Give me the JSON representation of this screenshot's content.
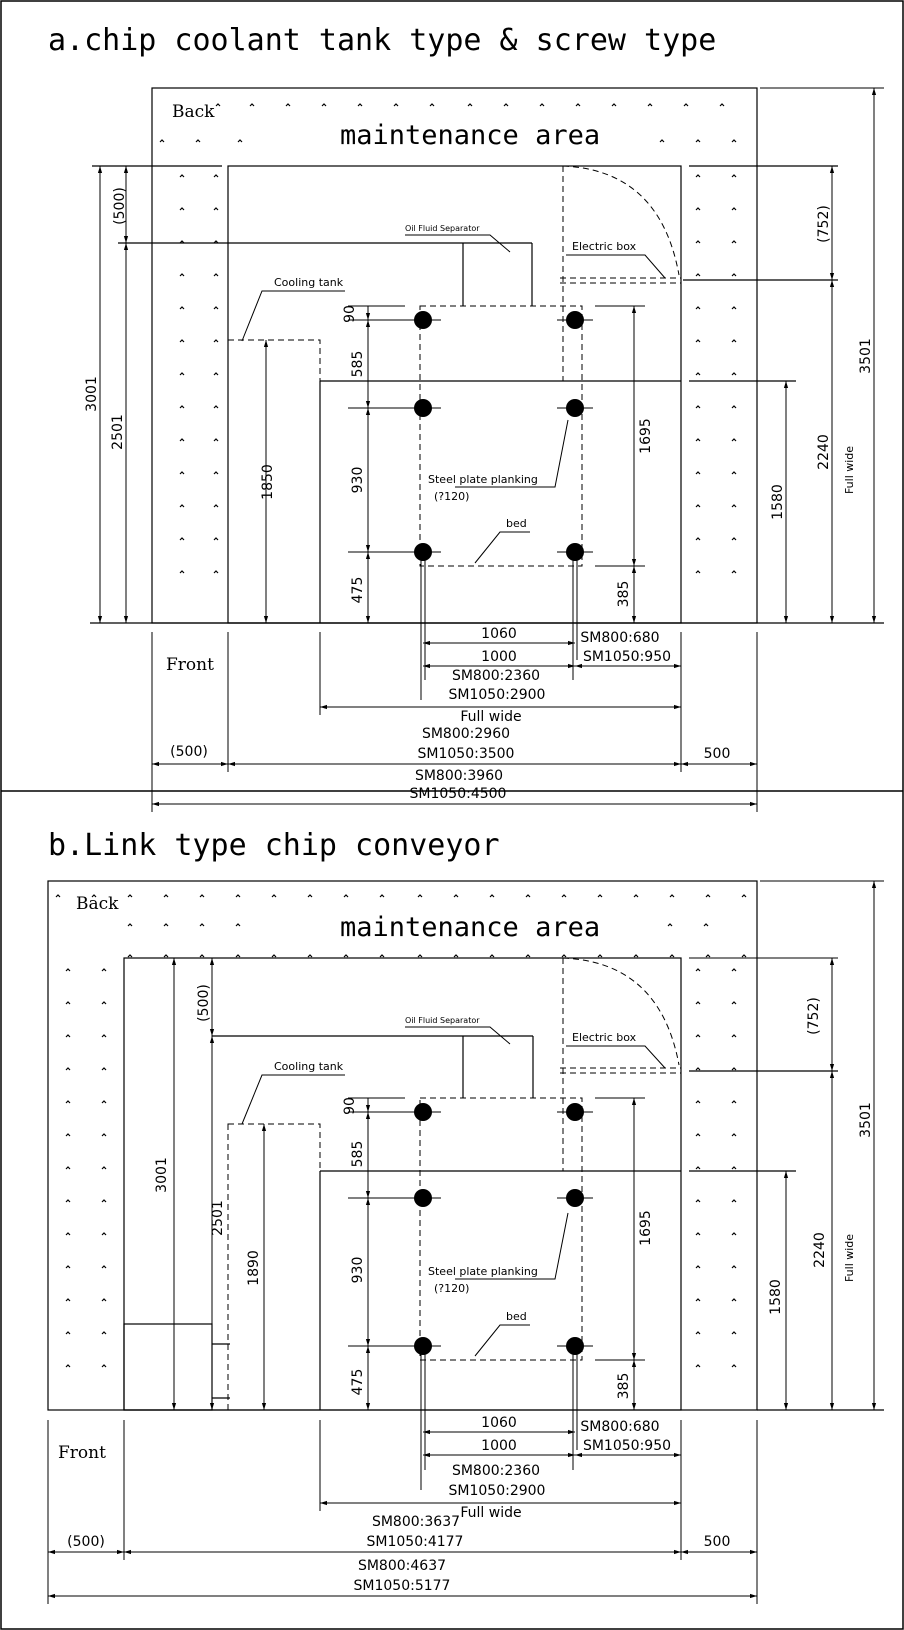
{
  "panel_a": {
    "title": "a.chip coolant tank type & screw type",
    "back": "Back",
    "front": "Front",
    "maintenance": "maintenance area",
    "labels": {
      "oil_separator": "Oil Fluid Separator",
      "electric_box": "Electric box",
      "cooling_tank": "Cooling tank",
      "steel_plate": "Steel plate planking",
      "steel_plate_sub": "(?120)",
      "bed": "bed"
    },
    "dims": {
      "d500_left": "(500)",
      "d3001": "3001",
      "d2501": "2501",
      "d1850": "1850",
      "d90": "90",
      "d585": "585",
      "d930": "930",
      "d475": "475",
      "d1695": "1695",
      "d385": "385",
      "d752": "(752)",
      "d3501": "3501",
      "d2240": "2240",
      "d1580": "1580",
      "full_wide_v": "Full wide",
      "d1060": "1060",
      "sm800_680": "SM800:680",
      "d1000": "1000",
      "sm1050_950": "SM1050:950",
      "sm800_2360": "SM800:2360",
      "sm1050_2900": "SM1050:2900",
      "full_wide_h": "Full wide",
      "sm800_2960": "SM800:2960",
      "d500_bottom": "(500)",
      "sm1050_3500": "SM1050:3500",
      "d500_right": "500",
      "sm800_3960": "SM800:3960",
      "sm1050_4500": "SM1050:4500"
    }
  },
  "panel_b": {
    "title": "b.Link type chip conveyor",
    "back": "Back",
    "front": "Front",
    "maintenance": "maintenance area",
    "labels": {
      "oil_separator": "Oil Fluid Separator",
      "electric_box": "Electric box",
      "cooling_tank": "Cooling tank",
      "steel_plate": "Steel plate planking",
      "steel_plate_sub": "(?120)",
      "bed": "bed"
    },
    "dims": {
      "d500_left": "(500)",
      "d3001": "3001",
      "d2501": "2501",
      "d1890": "1890",
      "d90": "90",
      "d585": "585",
      "d930": "930",
      "d475": "475",
      "d1695": "1695",
      "d385": "385",
      "d752": "(752)",
      "d3501": "3501",
      "d2240": "2240",
      "d1580": "1580",
      "full_wide_v": "Full wide",
      "d1060": "1060",
      "sm800_680": "SM800:680",
      "d1000": "1000",
      "sm1050_950": "SM1050:950",
      "sm800_2360": "SM800:2360",
      "sm1050_2900": "SM1050:2900",
      "full_wide_h": "Full wide",
      "sm800_3637": "SM800:3637",
      "d500_bottom": "(500)",
      "sm1050_4177": "SM1050:4177",
      "d500_right": "500",
      "sm800_4637": "SM800:4637",
      "sm1050_5177": "SM1050:5177"
    }
  }
}
